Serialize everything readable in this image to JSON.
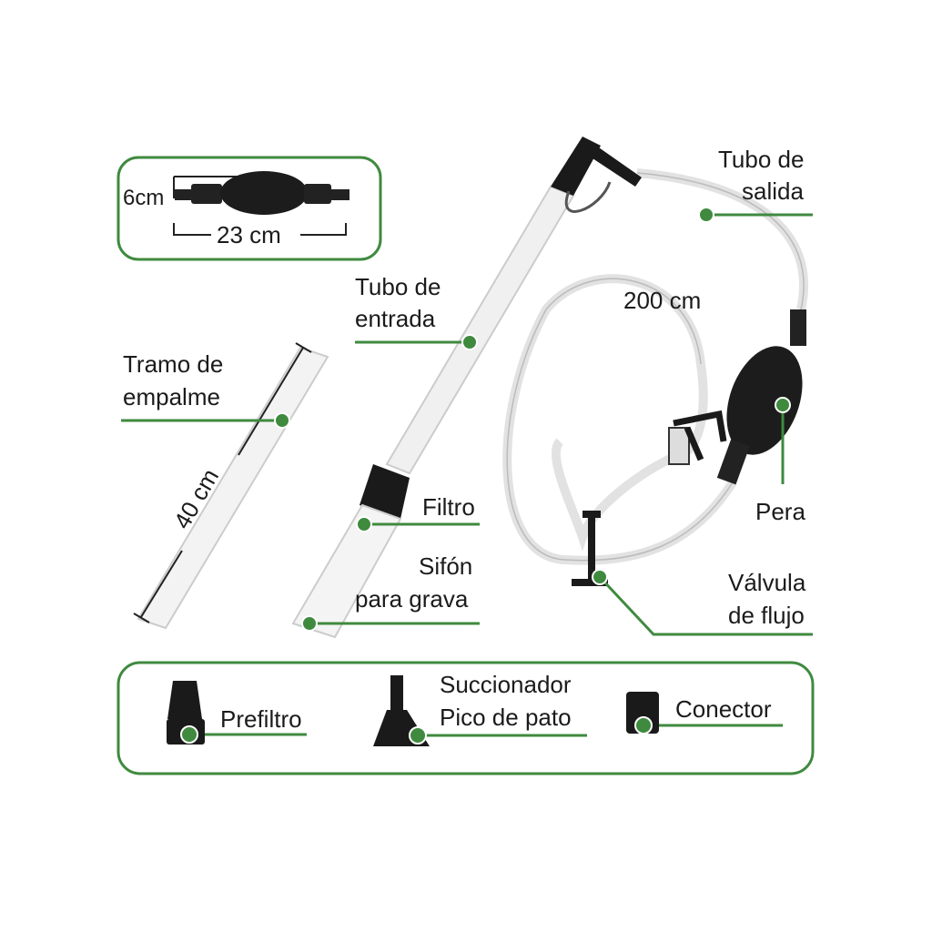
{
  "colors": {
    "accent": "#3f8a3f",
    "text": "#1b1b1b"
  },
  "bulb_box": {
    "height": "6cm",
    "length": "23 cm"
  },
  "labels": {
    "outlet_tube": [
      "Tubo de",
      "salida"
    ],
    "inlet_tube": [
      "Tubo de",
      "entrada"
    ],
    "hose_length": "200 cm",
    "extension": [
      "Tramo de",
      "empalme"
    ],
    "extension_length": "40 cm",
    "filter": "Filtro",
    "gravel_siphon": [
      "Sifón",
      "para grava"
    ],
    "bulb": "Pera",
    "flow_valve": [
      "Válvula",
      "de flujo"
    ]
  },
  "accessories": [
    {
      "label": "Prefiltro"
    },
    {
      "label": "Succionador\nPico de pato",
      "lines": [
        "Succionador",
        "Pico de pato"
      ]
    },
    {
      "label": "Conector"
    }
  ]
}
